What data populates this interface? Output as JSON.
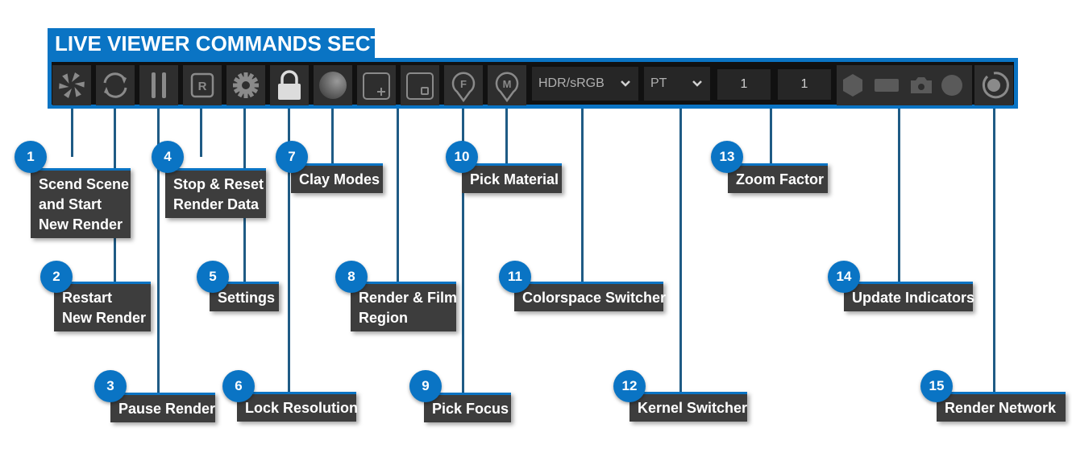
{
  "title": "LIVE VIEWER COMMANDS SECTION",
  "toolbar": {
    "colorspace_value": "HDR/sRGB",
    "kernel_value": "PT",
    "zoom_x": "1",
    "zoom_y": "1"
  },
  "callouts": [
    {
      "number": "1",
      "lines": [
        "Scend Scene",
        "and Start",
        "New Render"
      ]
    },
    {
      "number": "2",
      "lines": [
        "Restart",
        "New Render"
      ]
    },
    {
      "number": "3",
      "lines": [
        "Pause Render"
      ]
    },
    {
      "number": "4",
      "lines": [
        "Stop & Reset",
        "Render Data"
      ]
    },
    {
      "number": "5",
      "lines": [
        "Settings"
      ]
    },
    {
      "number": "6",
      "lines": [
        "Lock Resolution"
      ]
    },
    {
      "number": "7",
      "lines": [
        "Clay Modes"
      ]
    },
    {
      "number": "8",
      "lines": [
        "Render & Film",
        "Region"
      ]
    },
    {
      "number": "9",
      "lines": [
        "Pick Focus"
      ]
    },
    {
      "number": "10",
      "lines": [
        "Pick Material"
      ]
    },
    {
      "number": "11",
      "lines": [
        "Colorspace Switcher"
      ]
    },
    {
      "number": "12",
      "lines": [
        "Kernel Switcher"
      ]
    },
    {
      "number": "13",
      "lines": [
        "Zoom Factor"
      ]
    },
    {
      "number": "14",
      "lines": [
        "Update Indicators"
      ]
    },
    {
      "number": "15",
      "lines": [
        "Render Network"
      ]
    }
  ],
  "icons": [
    "send-scene-icon",
    "restart-icon",
    "pause-icon",
    "stop-reset-icon",
    "settings-gear-icon",
    "lock-icon",
    "clay-sphere-icon",
    "region-icon",
    "film-region-icon",
    "pick-focus-icon",
    "pick-material-icon",
    "chevron-down-icon",
    "update-indicator-icons",
    "render-network-icon"
  ],
  "colors": {
    "accent": "#0a74c4",
    "label_bg": "#3d3d3d",
    "toolbar_bg": "#111111",
    "connector": "#1f5b85"
  }
}
